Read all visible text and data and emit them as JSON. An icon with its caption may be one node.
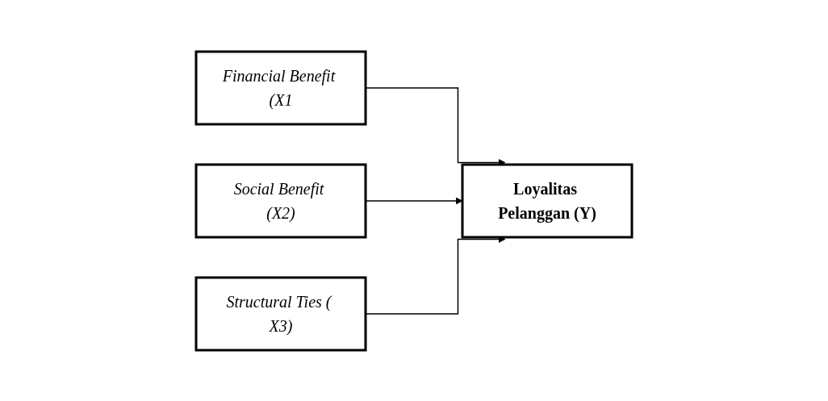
{
  "diagram": {
    "nodes": [
      {
        "text": [
          "Financial Benefit (X1"
        ]
      },
      {
        "text": [
          "Social Benefit (X2)"
        ]
      },
      {
        "text": [
          "Structural Ties ( X3)"
        ]
      },
      {
        "text": [
          "Loyalitas Pelanggan (Y)"
        ]
      }
    ],
    "edges": [
      {
        "from": 0,
        "to": 3,
        "arrow": "to"
      },
      {
        "from": 1,
        "to": 3,
        "arrow": "to"
      },
      {
        "from": 2,
        "to": 3,
        "arrow": "to"
      }
    ]
  }
}
